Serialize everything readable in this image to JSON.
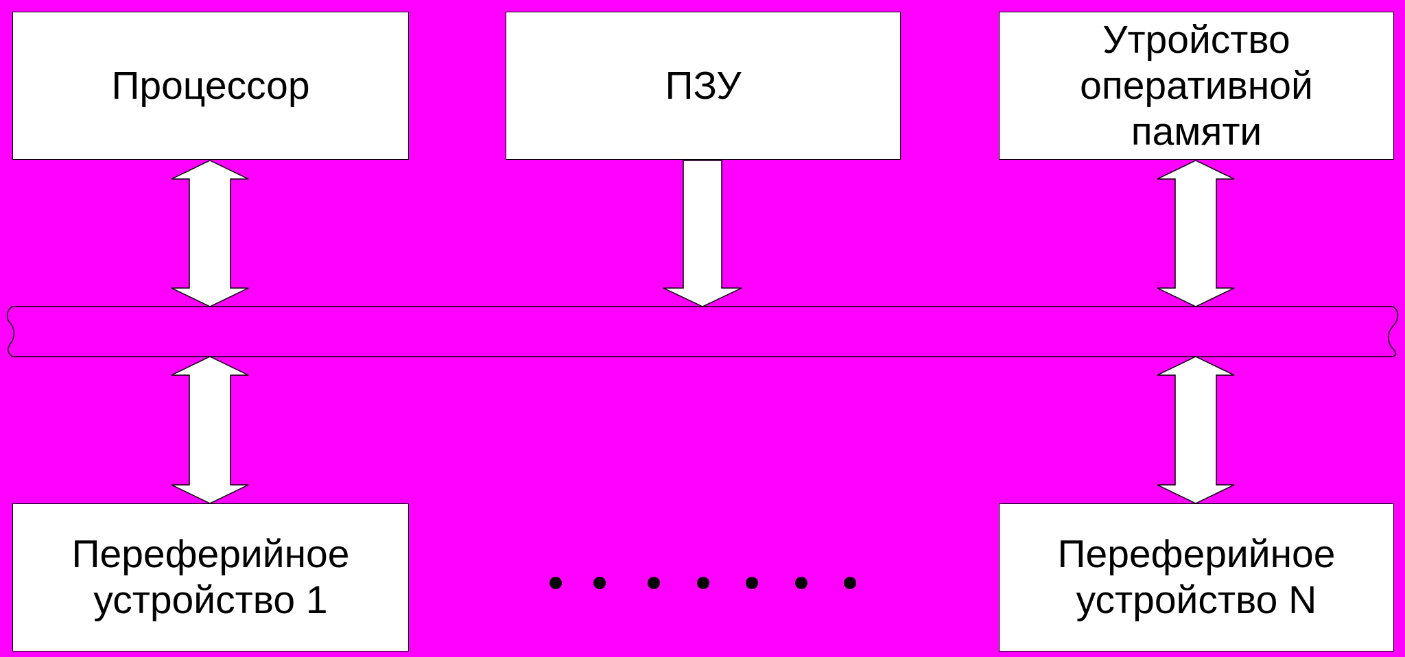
{
  "diagram": {
    "background_color": "#ff00ff",
    "box_fill": "#ffffff",
    "stroke_color": "#000000",
    "nodes": {
      "processor": {
        "label": "Процессор"
      },
      "rom": {
        "label": "ПЗУ"
      },
      "ram": {
        "label_lines": [
          "Утройство",
          "оперативной",
          "памяти"
        ]
      },
      "peripheral_1": {
        "label_lines": [
          "Переферийное",
          "устройство 1"
        ]
      },
      "peripheral_n": {
        "label_lines": [
          "Переферийное",
          "устройство N"
        ]
      }
    },
    "bus": {
      "shape": "horizontal-pipe"
    },
    "connections": [
      {
        "from": "processor",
        "to": "bus",
        "direction": "bidirectional"
      },
      {
        "from": "rom",
        "to": "bus",
        "direction": "one-way-down"
      },
      {
        "from": "ram",
        "to": "bus",
        "direction": "bidirectional"
      },
      {
        "from": "bus",
        "to": "peripheral_1",
        "direction": "bidirectional"
      },
      {
        "from": "bus",
        "to": "peripheral_n",
        "direction": "bidirectional"
      }
    ],
    "ellipsis": {
      "dot_count": 7
    }
  }
}
